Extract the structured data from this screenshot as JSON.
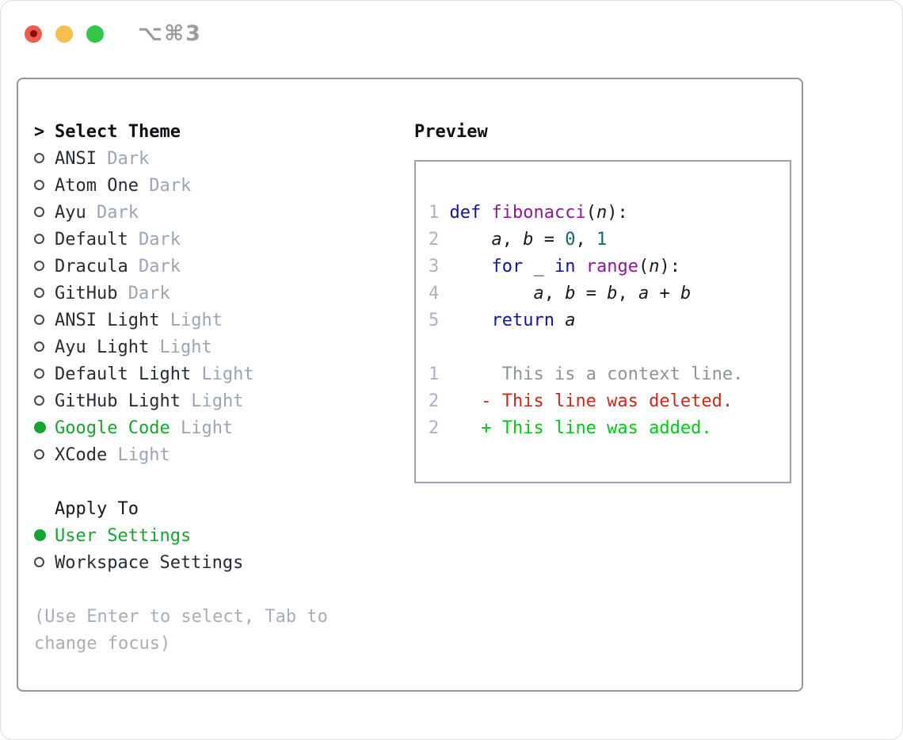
{
  "titlebar": {
    "shortcut_label": "⌥⌘3",
    "traffic_lights": [
      "close",
      "minimize",
      "zoom"
    ]
  },
  "panel": {
    "theme_selector": {
      "header_prefix": ">",
      "header": "Select Theme",
      "themes": [
        {
          "name": "ANSI",
          "variant": "Dark",
          "selected": false
        },
        {
          "name": "Atom One",
          "variant": "Dark",
          "selected": false
        },
        {
          "name": "Ayu",
          "variant": "Dark",
          "selected": false
        },
        {
          "name": "Default",
          "variant": "Dark",
          "selected": false
        },
        {
          "name": "Dracula",
          "variant": "Dark",
          "selected": false
        },
        {
          "name": "GitHub",
          "variant": "Dark",
          "selected": false
        },
        {
          "name": "ANSI Light",
          "variant": "Light",
          "selected": false
        },
        {
          "name": "Ayu Light",
          "variant": "Light",
          "selected": false
        },
        {
          "name": "Default Light",
          "variant": "Light",
          "selected": false
        },
        {
          "name": "GitHub Light",
          "variant": "Light",
          "selected": false
        },
        {
          "name": "Google Code",
          "variant": "Light",
          "selected": true
        },
        {
          "name": "XCode",
          "variant": "Light",
          "selected": false
        }
      ]
    },
    "apply_to": {
      "header": "Apply To",
      "options": [
        {
          "label": "User Settings",
          "selected": true
        },
        {
          "label": "Workspace Settings",
          "selected": false
        }
      ]
    },
    "hint_lines": [
      "(Use Enter to select, Tab to",
      "change focus)"
    ],
    "preview": {
      "header": "Preview",
      "lines": [
        {
          "segs": [
            [
              "ln",
              "1"
            ],
            [
              "pln",
              " "
            ],
            [
              "kwd",
              "def"
            ],
            [
              "pln",
              " "
            ],
            [
              "typ",
              "fibonacci"
            ],
            [
              "pln",
              "("
            ],
            [
              "var",
              "n"
            ],
            [
              "pln",
              "):"
            ]
          ]
        },
        {
          "segs": [
            [
              "ln",
              "2"
            ],
            [
              "pln",
              "     "
            ],
            [
              "var",
              "a"
            ],
            [
              "pln",
              ", "
            ],
            [
              "var",
              "b"
            ],
            [
              "pln",
              " = "
            ],
            [
              "lit",
              "0"
            ],
            [
              "pln",
              ", "
            ],
            [
              "lit",
              "1"
            ]
          ]
        },
        {
          "segs": [
            [
              "ln",
              "3"
            ],
            [
              "pln",
              "     "
            ],
            [
              "kwd",
              "for"
            ],
            [
              "pln",
              " _ "
            ],
            [
              "kwd",
              "in"
            ],
            [
              "pln",
              " "
            ],
            [
              "typ",
              "range"
            ],
            [
              "pln",
              "("
            ],
            [
              "var",
              "n"
            ],
            [
              "pln",
              "):"
            ]
          ]
        },
        {
          "segs": [
            [
              "ln",
              "4"
            ],
            [
              "pln",
              "         "
            ],
            [
              "var",
              "a"
            ],
            [
              "pln",
              ", "
            ],
            [
              "var",
              "b"
            ],
            [
              "pln",
              " = "
            ],
            [
              "var",
              "b"
            ],
            [
              "pln",
              ", "
            ],
            [
              "var",
              "a"
            ],
            [
              "pln",
              " + "
            ],
            [
              "var",
              "b"
            ]
          ]
        },
        {
          "segs": [
            [
              "ln",
              "5"
            ],
            [
              "pln",
              "     "
            ],
            [
              "kwd",
              "return"
            ],
            [
              "pln",
              " "
            ],
            [
              "var",
              "a"
            ]
          ]
        },
        {
          "segs": []
        },
        {
          "segs": [
            [
              "ln",
              "1"
            ],
            [
              "pln",
              "      "
            ],
            [
              "ctx",
              "This is a context line."
            ]
          ]
        },
        {
          "segs": [
            [
              "ln",
              "2"
            ],
            [
              "pln",
              "    "
            ],
            [
              "del",
              "- This line was deleted."
            ]
          ]
        },
        {
          "segs": [
            [
              "ln",
              "2"
            ],
            [
              "pln",
              "    "
            ],
            [
              "add",
              "+ This line was added."
            ]
          ]
        }
      ]
    }
  },
  "colors": {
    "light_red": "#f0594e",
    "light_red_dot": "#7d130b",
    "light_yellow": "#f6bf4f",
    "light_green": "#33c748",
    "titlebar_text": "#9b9b9b",
    "panel_border": "#8d97a2",
    "preview_border": "#9aa2ab",
    "item_text": "#262c33",
    "variant_gray": "#9ba5b3",
    "accent_green": "#16a52e",
    "radio_stroke": "#41484f",
    "hint_gray": "#a6aeb9",
    "line_number": "#a9b3c4",
    "keyword_blue": "#11129e",
    "type_purple": "#8c1a90",
    "literal_teal": "#10666d",
    "code_plain": "#17191d",
    "context_gray": "#8d939a",
    "diff_del_red": "#c9281a",
    "diff_add_green": "#00c716"
  }
}
